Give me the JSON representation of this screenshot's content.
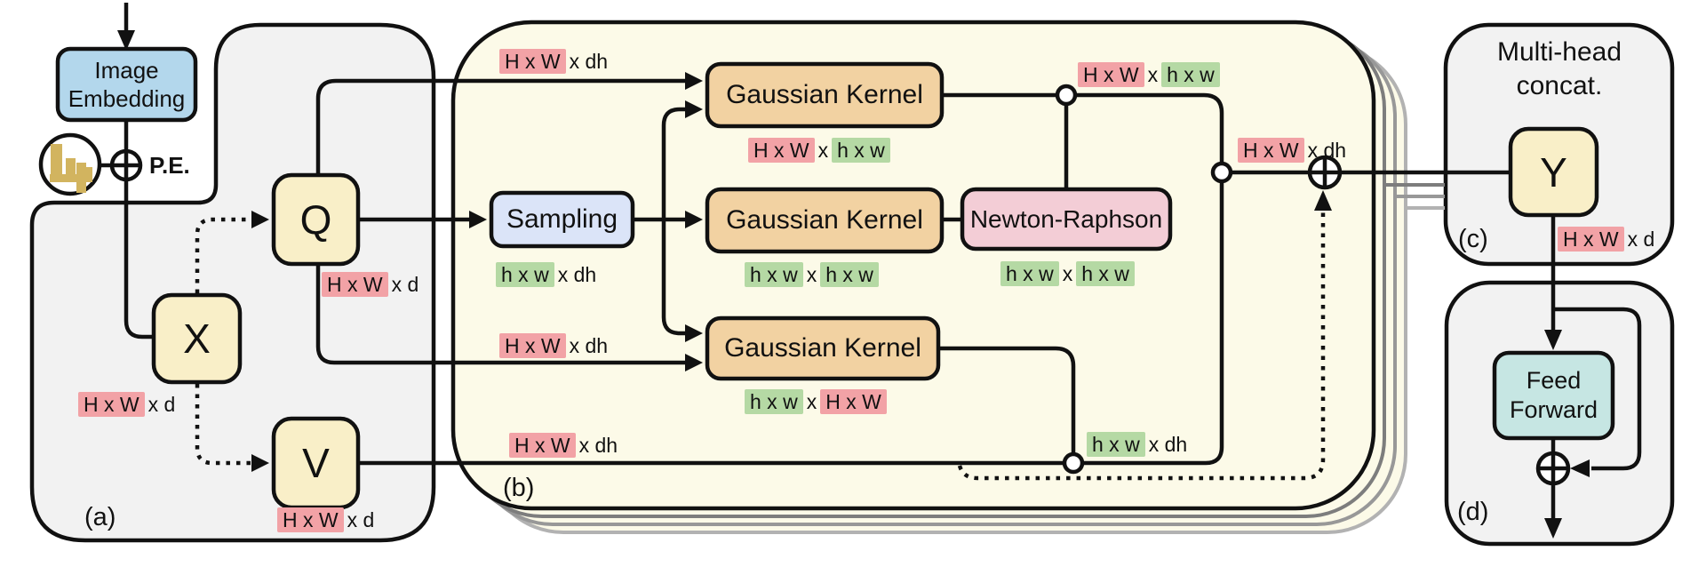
{
  "panels": {
    "a": {
      "tag": "(a)"
    },
    "b": {
      "tag": "(b)"
    },
    "c": {
      "tag": "(c)",
      "title": "Multi-head concat."
    },
    "d": {
      "tag": "(d)"
    }
  },
  "nodes": {
    "image_embedding": "Image Embedding",
    "pe": "P.E.",
    "x": "X",
    "q": "Q",
    "v": "V",
    "y": "Y",
    "sampling": "Sampling",
    "gaussian_kernel_1": "Gaussian Kernel",
    "gaussian_kernel_2": "Gaussian Kernel",
    "gaussian_kernel_3": "Gaussian Kernel",
    "newton_raphson": "Newton-Raphson",
    "feed_forward": "Feed Forward"
  },
  "dims": {
    "x_out": {
      "s0": "H x W",
      "s1": "x d"
    },
    "q_out": {
      "s0": "H x W",
      "s1": "x d"
    },
    "v_out": {
      "s0": "H x W",
      "s1": "x d"
    },
    "q_to_gk1": {
      "s0": "H x W",
      "s1": "x dh"
    },
    "gk1_out": {
      "s0": "H x W",
      "s1": "x",
      "s2": "h x w"
    },
    "sampling_out": {
      "s0": "h x w",
      "s1": "x dh"
    },
    "gk2_out": {
      "s0": "h x w",
      "s1": "x",
      "s2": "h x w"
    },
    "nr_out": {
      "s0": "h x w",
      "s1": "x",
      "s2": "h x w"
    },
    "attn_map": {
      "s0": "H x W",
      "s1": "x",
      "s2": "h x w"
    },
    "q_to_gk3": {
      "s0": "H x W",
      "s1": "x dh"
    },
    "gk3_out": {
      "s0": "h x w",
      "s1": "x",
      "s2": "H x W"
    },
    "v_line": {
      "s0": "H x W",
      "s1": "x dh"
    },
    "weighted_v": {
      "s0": "h x w",
      "s1": "x dh"
    },
    "head_out": {
      "s0": "H x W",
      "s1": "x dh"
    },
    "y_out": {
      "s0": "H x W",
      "s1": "x d"
    }
  },
  "colors": {
    "panel_gray": "#f2f2f2",
    "panel_cream": "#fcfae8",
    "box_yellow": "#f9efc8",
    "box_blue": "#b3d7ec",
    "box_lavender": "#dbe4f8",
    "box_tan": "#f2d2a2",
    "box_pink": "#f3cdd6",
    "box_teal": "#c6e6e3",
    "chip_pink": "#f2a2a6",
    "chip_green": "#b5d9a4",
    "icon_gold": "#d2b45f",
    "stack_gray_1": "#7d7d7d",
    "stack_gray_2": "#989898",
    "stack_gray_3": "#b2b2b2"
  }
}
